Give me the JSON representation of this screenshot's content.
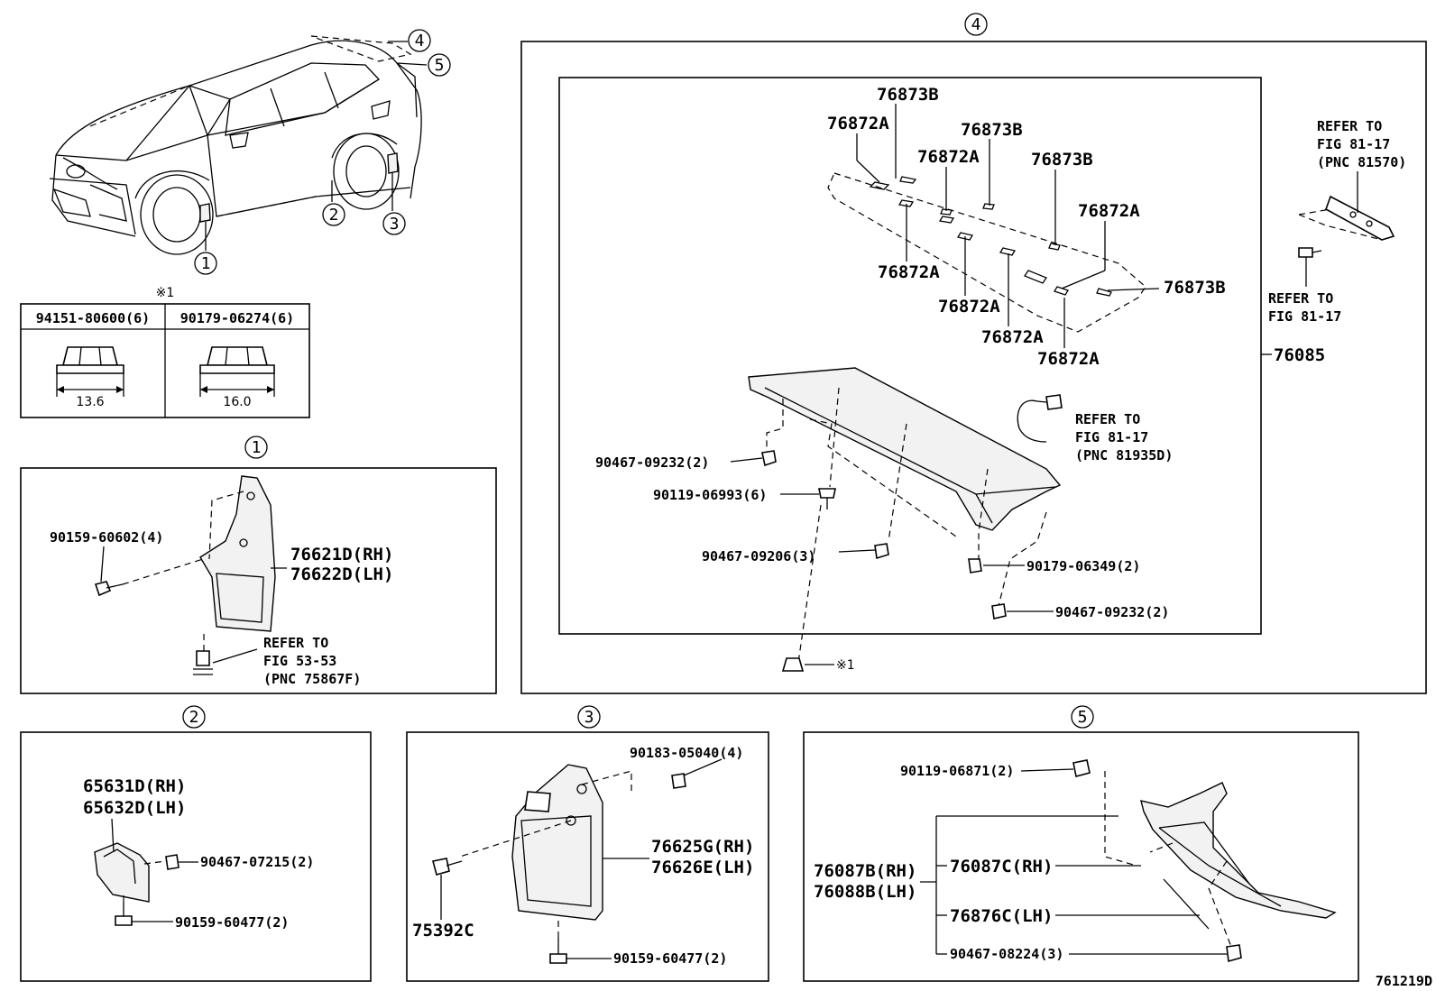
{
  "diagram_id": "761219D",
  "callouts": [
    "1",
    "2",
    "3",
    "4",
    "5"
  ],
  "note_mark": "※1",
  "hardware_table": {
    "headers": [
      "94151-80600(6)",
      "90179-06274(6)"
    ],
    "dims": [
      "13.6",
      "16.0"
    ]
  },
  "section1": {
    "parts": [
      "90159-60602(4)",
      "76621D(RH)",
      "76622D(LH)"
    ],
    "refer": [
      "REFER TO",
      "FIG 53-53",
      "(PNC 75867F)"
    ]
  },
  "section2": {
    "parts": [
      "65631D(RH)",
      "65632D(LH)",
      "90467-07215(2)",
      "90159-60477(2)"
    ]
  },
  "section3": {
    "parts": [
      "90183-05040(4)",
      "76625G(RH)",
      "76626E(LH)",
      "75392C",
      "90159-60477(2)"
    ]
  },
  "section4": {
    "assembly": "76085",
    "tapes": [
      "76873B",
      "76872A",
      "76873B",
      "76872A",
      "76873B",
      "76872A",
      "76872A",
      "76873B",
      "76872A",
      "76872A",
      "76872A"
    ],
    "fasteners": [
      "90467-09232(2)",
      "90119-06993(6)",
      "90467-09206(3)",
      "90179-06349(2)",
      "90467-09232(2)"
    ],
    "refer_harness": [
      "REFER TO",
      "FIG 81-17",
      "(PNC 81935D)"
    ],
    "refer_lamp": [
      "REFER TO",
      "FIG 81-17",
      "(PNC 81570)"
    ],
    "refer_bolt": [
      "REFER TO",
      "FIG 81-17"
    ]
  },
  "section5": {
    "parts": [
      "90119-06871(2)",
      "76087B(RH)",
      "76088B(LH)",
      "76087C(RH)",
      "76876C(LH)",
      "90467-08224(3)"
    ]
  }
}
